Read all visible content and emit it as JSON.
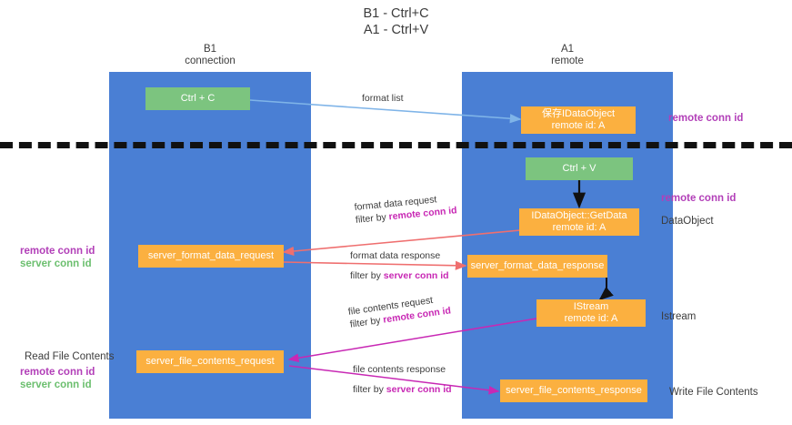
{
  "title": {
    "line1": "B1 - Ctrl+C",
    "line2": "A1 - Ctrl+V"
  },
  "lanes": [
    {
      "name": "B1",
      "subtitle": "connection"
    },
    {
      "name": "A1",
      "subtitle": "remote"
    }
  ],
  "boxes": {
    "ctrl_c": "Ctrl + C",
    "ctrl_v": "Ctrl + V",
    "idataobject_top_l1": "保存IDataObject",
    "idataobject_top_l2": "remote id: A",
    "getdata_l1": "IDataObject::GetData",
    "getdata_l2": "remote id: A",
    "istream_l1": "IStream",
    "istream_l2": "remote id: A",
    "server_format_data_request": "server_format_data_request",
    "server_format_data_response": "server_format_data_response",
    "server_file_contents_request": "server_file_contents_request",
    "server_file_contents_response": "server_file_contents_response"
  },
  "arrow_labels": {
    "format_list": "format list",
    "format_data_request": "format data request",
    "format_data_request_filter_prefix": "filter by ",
    "format_data_request_filter_key": "remote conn id",
    "format_data_response": "format data response",
    "format_data_response_filter_prefix": "filter by ",
    "format_data_response_filter_key": "server conn id",
    "file_contents_request": "file contents request",
    "file_contents_request_filter_prefix": "filter by ",
    "file_contents_request_filter_key": "remote conn id",
    "file_contents_response": "file contents response",
    "file_contents_response_filter_prefix": "filter by ",
    "file_contents_response_filter_key": "server conn id"
  },
  "annotations": {
    "right_remote_conn_id_top": "remote conn id",
    "right_remote_conn_id_mid": "remote conn id",
    "right_dataobject": "DataObject",
    "right_istream": "Istream",
    "right_write_file_contents": "Write File Contents",
    "left_remote_conn_id_mid": "remote conn id",
    "left_server_conn_id_mid": "server conn id",
    "left_read_file_contents": "Read File Contents",
    "left_remote_conn_id_bottom": "remote conn id",
    "left_server_conn_id_bottom": "server conn id"
  },
  "colors": {
    "lane": "#4a7fd4",
    "green_box": "#7cc47f",
    "orange_box": "#fbb040",
    "arrow_blue": "#7fb4e8",
    "arrow_red": "#ef6f6f",
    "arrow_magenta": "#c828b4",
    "arrow_black": "#111111",
    "key_purple": "#b23fb8",
    "key_green": "#6cbf6f"
  }
}
